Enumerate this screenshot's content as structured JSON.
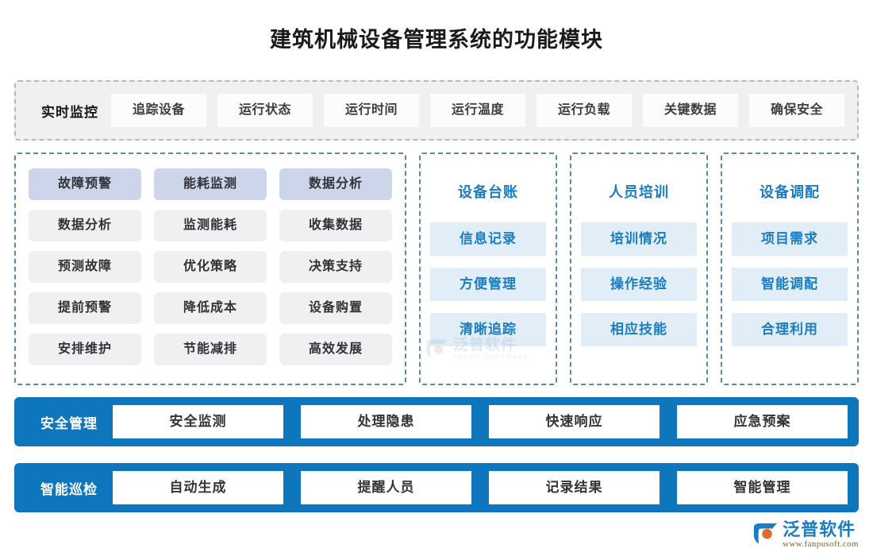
{
  "page": {
    "title": "建筑机械设备管理系统的功能模块"
  },
  "colors": {
    "accent_blue": "#0d76bc",
    "panel_title_blue": "#1c7cc0",
    "panel_item_bg": "#e2eef7",
    "col_head_bg": "#ccd5ea",
    "col_cell_bg": "#f0f0f2",
    "strip_bg": "#f0f0f0",
    "strip_border": "#b9b9b9",
    "panel_border": "#5a87ad"
  },
  "monitor": {
    "label": "实时监控",
    "chips": [
      "追踪设备",
      "运行状态",
      "运行时间",
      "运行温度",
      "运行负载",
      "关键数据",
      "确保安全"
    ]
  },
  "left_panel": {
    "columns": [
      {
        "head": "故障预警",
        "cells": [
          "数据分析",
          "预测故障",
          "提前预警",
          "安排维护"
        ]
      },
      {
        "head": "能耗监测",
        "cells": [
          "监测能耗",
          "优化策略",
          "降低成本",
          "节能减排"
        ]
      },
      {
        "head": "数据分析",
        "cells": [
          "收集数据",
          "决策支持",
          "设备购置",
          "高效发展"
        ]
      }
    ]
  },
  "side_panels": [
    {
      "title": "设备台账",
      "items": [
        "信息记录",
        "方便管理",
        "清晰追踪"
      ]
    },
    {
      "title": "人员培训",
      "items": [
        "培训情况",
        "操作经验",
        "相应技能"
      ]
    },
    {
      "title": "设备调配",
      "items": [
        "项目需求",
        "智能调配",
        "合理利用"
      ]
    }
  ],
  "blue_bars": [
    {
      "label": "安全管理",
      "chips": [
        "安全监测",
        "处理隐患",
        "快速响应",
        "应急预案"
      ]
    },
    {
      "label": "智能巡检",
      "chips": [
        "自动生成",
        "提醒人员",
        "记录结果",
        "智能管理"
      ]
    }
  ],
  "watermark": {
    "brand": "泛普软件",
    "brand_en": "FANPU SOFTWARE"
  },
  "logo": {
    "brand": "泛普软件",
    "url": "www.fanpusoft.com"
  }
}
